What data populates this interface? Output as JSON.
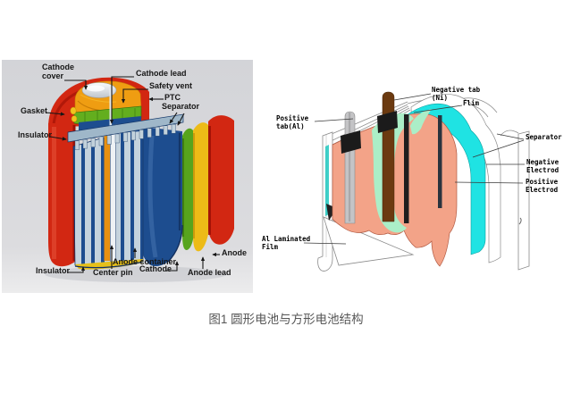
{
  "caption": "图1 圆形电池与方形电池结构",
  "cylindrical": {
    "labels": {
      "cathode_cover_l1": "Cathode",
      "cathode_cover_l2": "cover",
      "cathode_lead": "Cathode lead",
      "safety_vent": "Safety vent",
      "ptc": "PTC",
      "separator": "Separator",
      "gasket": "Gasket",
      "insulator_top": "Insulator",
      "insulator_bottom": "Insulator",
      "center_pin": "Center pin",
      "anode_container": "Anode container",
      "cathode": "Cathode",
      "anode_lead": "Anode lead",
      "anode": "Anode"
    },
    "colors": {
      "can_red": "#d22712",
      "separator_yellow": "#edbb17",
      "anode_green": "#57a41d",
      "cathode_blue": "#1d4d8f",
      "cap_orange": "#ef9d12",
      "vent_green": "#63ae1e",
      "panel_background": "#d3d4d8"
    }
  },
  "pouch": {
    "labels": {
      "negative_tab_l1": "Negative tab",
      "negative_tab_l2": "(Ni)",
      "film": "Flim",
      "positive_tab_l1": "Positive",
      "positive_tab_l2": "tab(Al)",
      "separator": "Separator",
      "negative_electrode_l1": "Negative",
      "negative_electrode_l2": "Electrod",
      "positive_electrode_l1": "Positive",
      "positive_electrode_l2": "Electrod",
      "al_film_l1": "Al Laminated",
      "al_film_l2": "Film"
    },
    "colors": {
      "positive_electrode_salmon": "#f3a388",
      "negative_electrode_cyan": "#1fe3e3",
      "coating_mint": "#abeec7",
      "negative_tab_brown": "#6b3a10",
      "positive_tab_gray": "#c4c4c6",
      "seal_black": "#1b1b1b"
    }
  }
}
